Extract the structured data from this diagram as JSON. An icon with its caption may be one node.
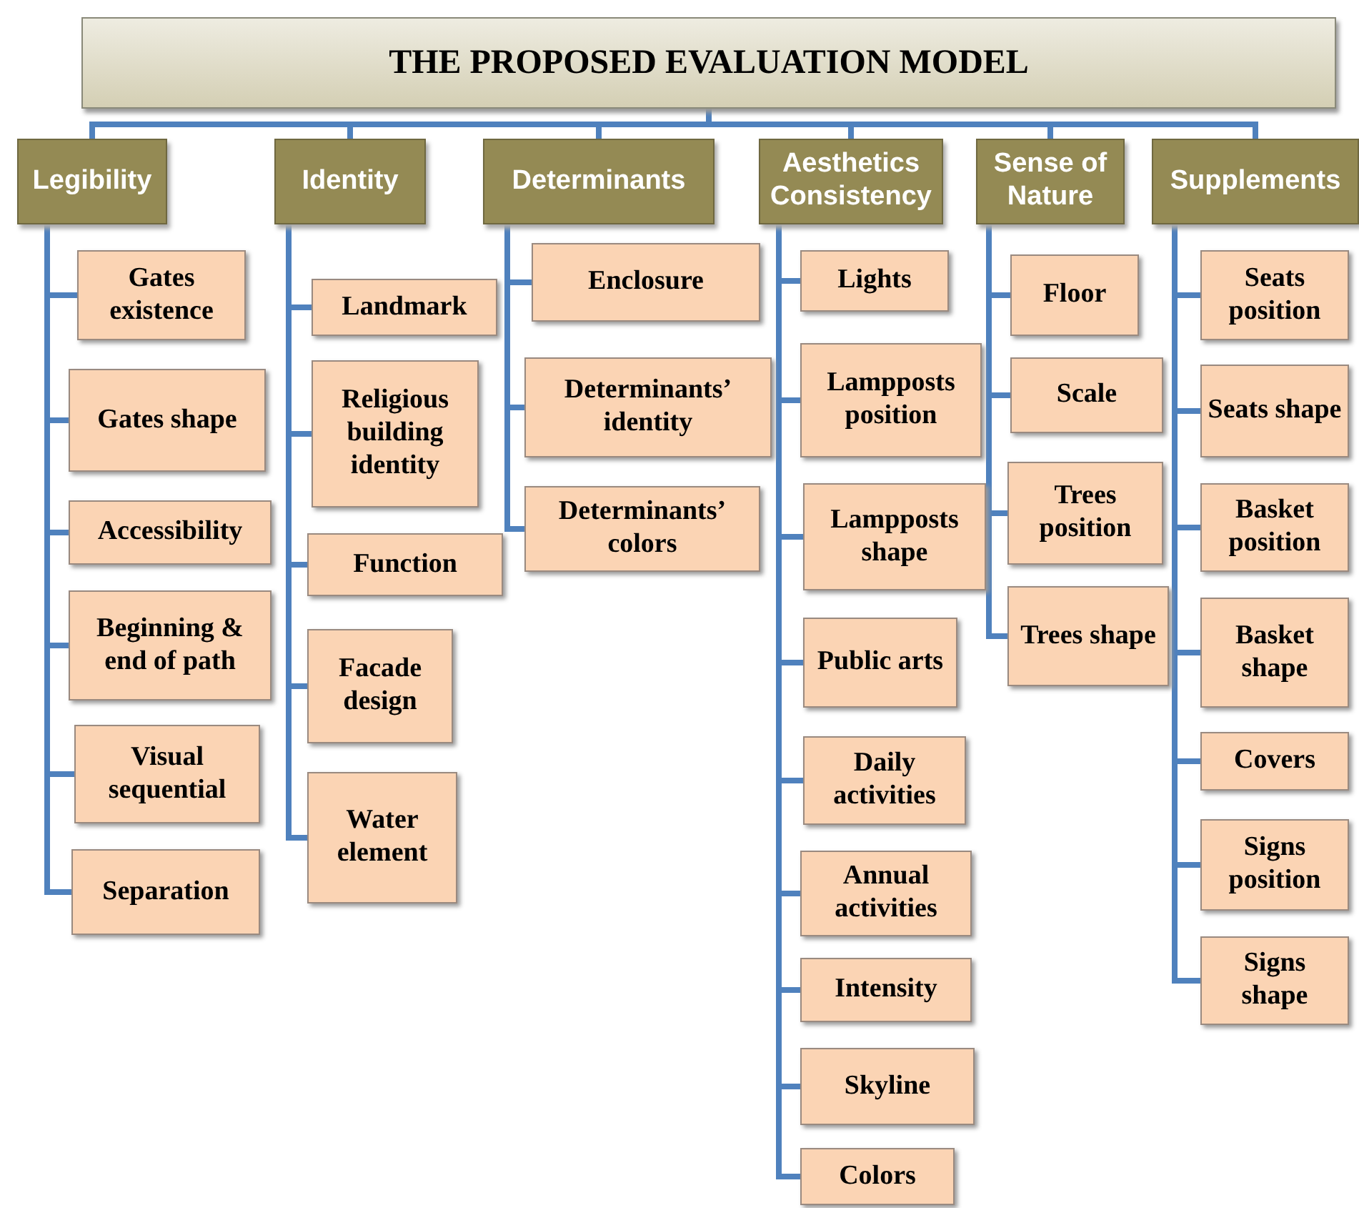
{
  "diagram": {
    "nodes": [
      {
        "text": [
          "THE PROPOSED EVALUATION MODEL"
        ]
      },
      {
        "text": [
          "Legibility"
        ]
      },
      {
        "text": [
          "Gates existence"
        ]
      },
      {
        "text": [
          "Gates shape"
        ]
      },
      {
        "text": [
          "Accessibility"
        ]
      },
      {
        "text": [
          "Beginning & end of path"
        ]
      },
      {
        "text": [
          "Visual sequential"
        ]
      },
      {
        "text": [
          "Separation"
        ]
      },
      {
        "text": [
          "Identity"
        ]
      },
      {
        "text": [
          "Landmark"
        ]
      },
      {
        "text": [
          "Religious building identity"
        ]
      },
      {
        "text": [
          "Function"
        ]
      },
      {
        "text": [
          "Facade design"
        ]
      },
      {
        "text": [
          "Water element"
        ]
      },
      {
        "text": [
          "Determinants"
        ]
      },
      {
        "text": [
          "Enclosure"
        ]
      },
      {
        "text": [
          "Determinants’ identity"
        ]
      },
      {
        "text": [
          "Determinants’ colors"
        ]
      },
      {
        "text": [
          "Aesthetics Consistency"
        ]
      },
      {
        "text": [
          "Lights"
        ]
      },
      {
        "text": [
          "Lampposts position"
        ]
      },
      {
        "text": [
          "Lampposts shape"
        ]
      },
      {
        "text": [
          "Public arts"
        ]
      },
      {
        "text": [
          "Daily activities"
        ]
      },
      {
        "text": [
          "Annual activities"
        ]
      },
      {
        "text": [
          "Intensity"
        ]
      },
      {
        "text": [
          "Skyline"
        ]
      },
      {
        "text": [
          "Colors"
        ]
      },
      {
        "text": [
          "Sense of Nature"
        ]
      },
      {
        "text": [
          "Floor"
        ]
      },
      {
        "text": [
          "Scale"
        ]
      },
      {
        "text": [
          "Trees position"
        ]
      },
      {
        "text": [
          "Trees shape"
        ]
      },
      {
        "text": [
          "Supplements"
        ]
      },
      {
        "text": [
          "Seats position"
        ]
      },
      {
        "text": [
          "Seats shape"
        ]
      },
      {
        "text": [
          "Basket position"
        ]
      },
      {
        "text": [
          "Basket shape"
        ]
      },
      {
        "text": [
          "Covers"
        ]
      },
      {
        "text": [
          "Signs position"
        ]
      },
      {
        "text": [
          "Signs shape"
        ]
      }
    ],
    "edges": [
      {
        "from": 0,
        "to": 1,
        "arrow": "none"
      },
      {
        "from": 0,
        "to": 8,
        "arrow": "none"
      },
      {
        "from": 0,
        "to": 14,
        "arrow": "none"
      },
      {
        "from": 0,
        "to": 18,
        "arrow": "none"
      },
      {
        "from": 0,
        "to": 28,
        "arrow": "none"
      },
      {
        "from": 0,
        "to": 33,
        "arrow": "none"
      },
      {
        "from": 1,
        "to": 2,
        "arrow": "none"
      },
      {
        "from": 1,
        "to": 3,
        "arrow": "none"
      },
      {
        "from": 1,
        "to": 4,
        "arrow": "none"
      },
      {
        "from": 1,
        "to": 5,
        "arrow": "none"
      },
      {
        "from": 1,
        "to": 6,
        "arrow": "none"
      },
      {
        "from": 1,
        "to": 7,
        "arrow": "none"
      },
      {
        "from": 8,
        "to": 9,
        "arrow": "none"
      },
      {
        "from": 8,
        "to": 10,
        "arrow": "none"
      },
      {
        "from": 8,
        "to": 11,
        "arrow": "none"
      },
      {
        "from": 8,
        "to": 12,
        "arrow": "none"
      },
      {
        "from": 8,
        "to": 13,
        "arrow": "none"
      },
      {
        "from": 14,
        "to": 15,
        "arrow": "none"
      },
      {
        "from": 14,
        "to": 16,
        "arrow": "none"
      },
      {
        "from": 14,
        "to": 17,
        "arrow": "none"
      },
      {
        "from": 18,
        "to": 19,
        "arrow": "none"
      },
      {
        "from": 18,
        "to": 20,
        "arrow": "none"
      },
      {
        "from": 18,
        "to": 21,
        "arrow": "none"
      },
      {
        "from": 18,
        "to": 22,
        "arrow": "none"
      },
      {
        "from": 18,
        "to": 23,
        "arrow": "none"
      },
      {
        "from": 18,
        "to": 24,
        "arrow": "none"
      },
      {
        "from": 18,
        "to": 25,
        "arrow": "none"
      },
      {
        "from": 18,
        "to": 26,
        "arrow": "none"
      },
      {
        "from": 18,
        "to": 27,
        "arrow": "none"
      },
      {
        "from": 28,
        "to": 29,
        "arrow": "none"
      },
      {
        "from": 28,
        "to": 30,
        "arrow": "none"
      },
      {
        "from": 28,
        "to": 31,
        "arrow": "none"
      },
      {
        "from": 28,
        "to": 32,
        "arrow": "none"
      },
      {
        "from": 33,
        "to": 34,
        "arrow": "none"
      },
      {
        "from": 33,
        "to": 35,
        "arrow": "none"
      },
      {
        "from": 33,
        "to": 36,
        "arrow": "none"
      },
      {
        "from": 33,
        "to": 37,
        "arrow": "none"
      },
      {
        "from": 33,
        "to": 38,
        "arrow": "none"
      },
      {
        "from": 33,
        "to": 39,
        "arrow": "none"
      },
      {
        "from": 33,
        "to": 40,
        "arrow": "none"
      }
    ]
  }
}
